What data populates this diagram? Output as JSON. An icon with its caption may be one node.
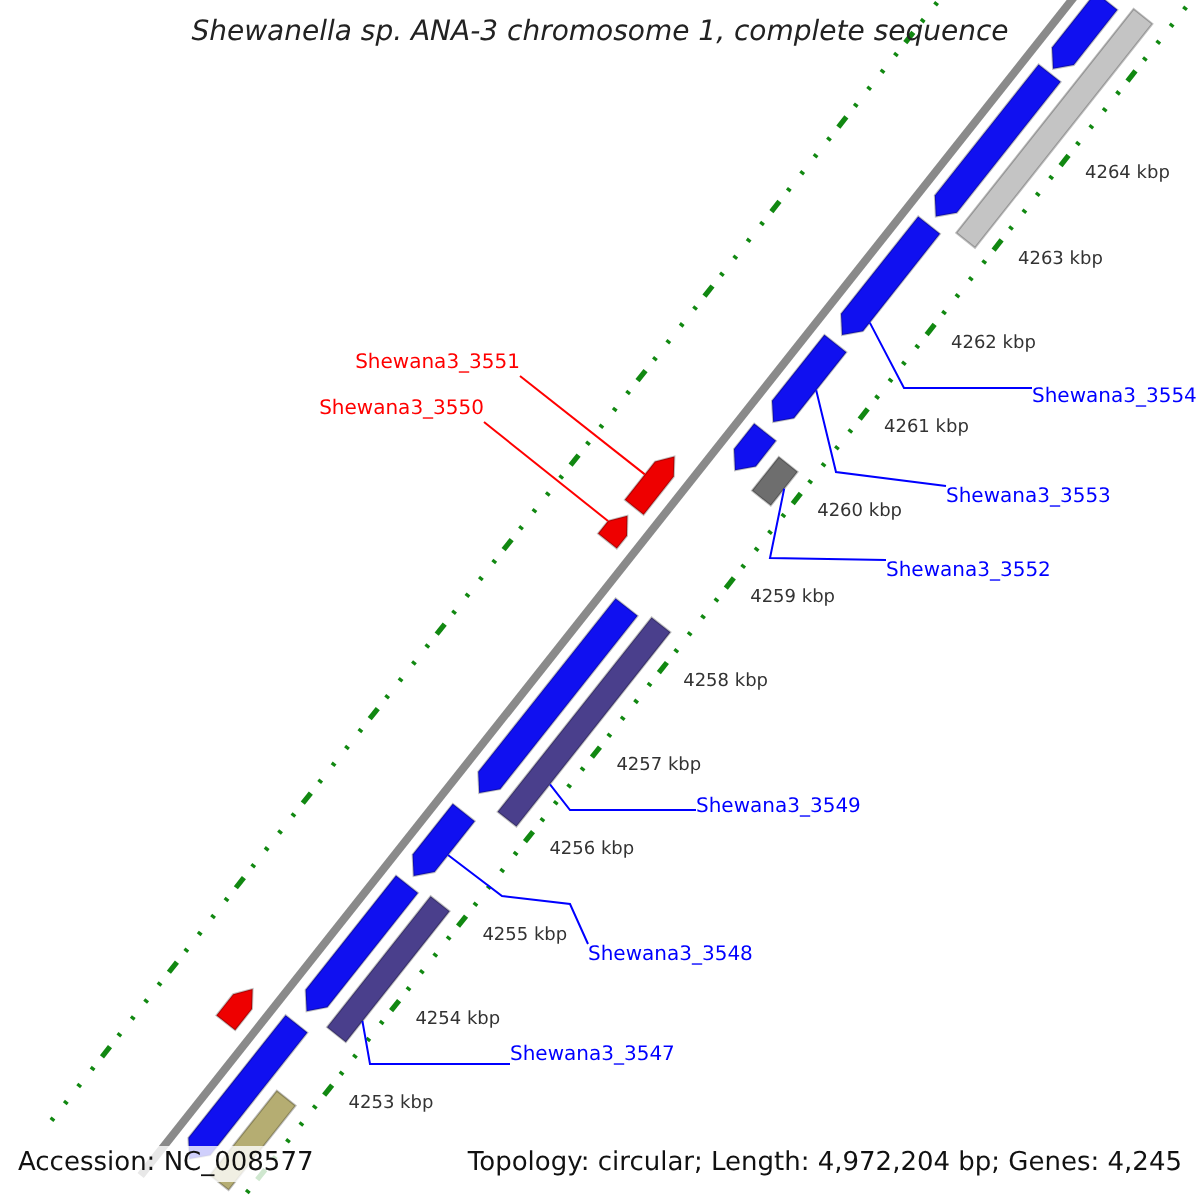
{
  "diagram": {
    "title": "Shewanella sp. ANA-3 chromosome 1, complete sequence",
    "nodes": [
      {
        "text": [
          "Shewana3_3551"
        ]
      },
      {
        "text": [
          "Shewana3_3554"
        ]
      },
      {
        "text": [
          "Shewana3_3550"
        ]
      },
      {
        "text": [
          "Shewana3_3553"
        ]
      },
      {
        "text": [
          "Shewana3_3552"
        ]
      },
      {
        "text": [
          "Shewana3_3549"
        ]
      },
      {
        "text": [
          "Shewana3_3548"
        ]
      },
      {
        "text": [
          "Shewana3_3547"
        ]
      },
      {
        "text": [],
        "shape": "pentagon"
      },
      {
        "text": [],
        "shape": "bar"
      },
      {
        "text": [],
        "shape": "pentagon"
      },
      {
        "text": [],
        "shape": "pentagon"
      },
      {
        "text": [],
        "shape": "pentagon"
      },
      {
        "text": [],
        "shape": "pentagon"
      },
      {
        "text": [],
        "shape": "bar"
      },
      {
        "text": [],
        "shape": "pentagon"
      },
      {
        "text": [],
        "shape": "pentagon"
      },
      {
        "text": [],
        "shape": "bar"
      },
      {
        "text": [],
        "shape": "pentagon"
      },
      {
        "text": [],
        "shape": "pentagon"
      },
      {
        "text": [],
        "shape": "bar"
      },
      {
        "text": [],
        "shape": "pentagon"
      },
      {
        "text": [],
        "shape": "pentagon"
      },
      {
        "text": [],
        "shape": "bar"
      },
      {
        "text": [],
        "shape": "pentagon"
      }
    ],
    "edges": [
      {
        "from": 0,
        "to": 15,
        "arrow": "none",
        "color": "#ff0000"
      },
      {
        "from": 1,
        "to": 11,
        "arrow": "none"
      },
      {
        "from": 2,
        "to": 16,
        "arrow": "none",
        "color": "#ff0000"
      },
      {
        "from": 3,
        "to": 12,
        "arrow": "none"
      },
      {
        "from": 4,
        "to": 14,
        "arrow": "none"
      },
      {
        "from": 5,
        "to": 17,
        "arrow": "none"
      },
      {
        "from": 6,
        "to": 19,
        "arrow": "none"
      },
      {
        "from": 7,
        "to": 20,
        "arrow": "none"
      }
    ],
    "labels": [
      "4264 kbp",
      "4263 kbp",
      "4262 kbp",
      "4261 kbp",
      "4260 kbp",
      "4259 kbp",
      "4258 kbp",
      "4257 kbp",
      "4256 kbp",
      "4255 kbp",
      "4254 kbp",
      "4253 kbp",
      "Accession: NC_008577",
      "Topology: circular; Length: 4,972,204 bp; Genes: 4,245"
    ]
  }
}
